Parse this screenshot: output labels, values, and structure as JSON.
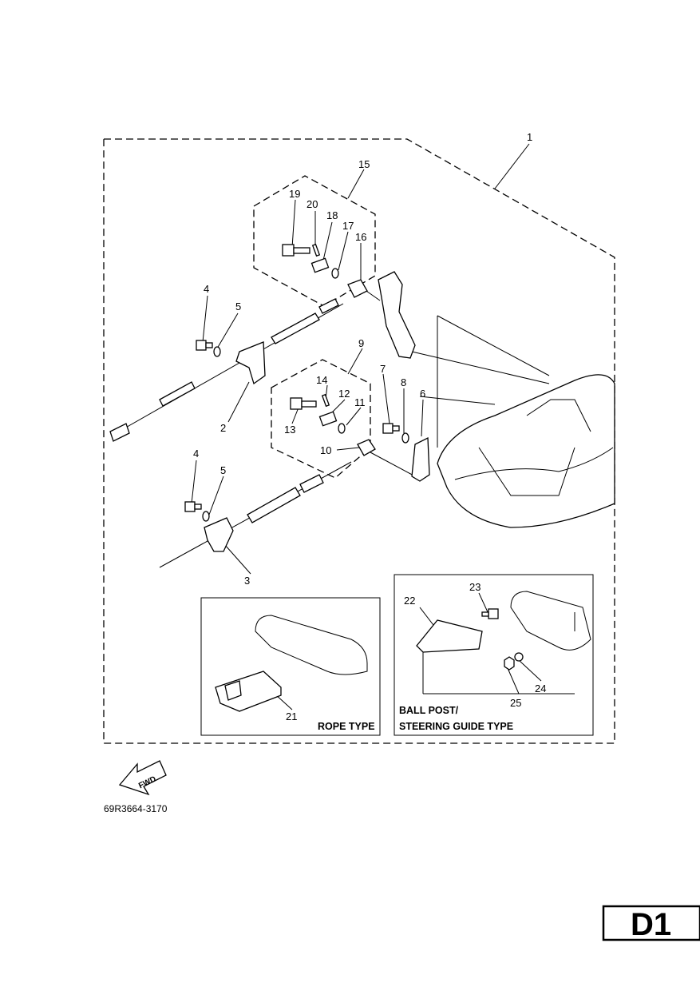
{
  "callouts": {
    "c1": "1",
    "c2": "2",
    "c3": "3",
    "c4a": "4",
    "c5a": "5",
    "c4b": "4",
    "c5b": "5",
    "c6": "6",
    "c7": "7",
    "c8": "8",
    "c9": "9",
    "c10": "10",
    "c11": "11",
    "c12": "12",
    "c13": "13",
    "c14": "14",
    "c15": "15",
    "c16": "16",
    "c17": "17",
    "c18": "18",
    "c19": "19",
    "c20": "20",
    "c21": "21",
    "c22": "22",
    "c23": "23",
    "c24": "24",
    "c25": "25"
  },
  "insets": {
    "rope_type": "ROPE TYPE",
    "ball_post_line1": "BALL POST/",
    "ball_post_line2": "STEERING GUIDE TYPE"
  },
  "fwd_label": "FWD",
  "diagram_code": "69R3664-3170",
  "page_id": "D1"
}
